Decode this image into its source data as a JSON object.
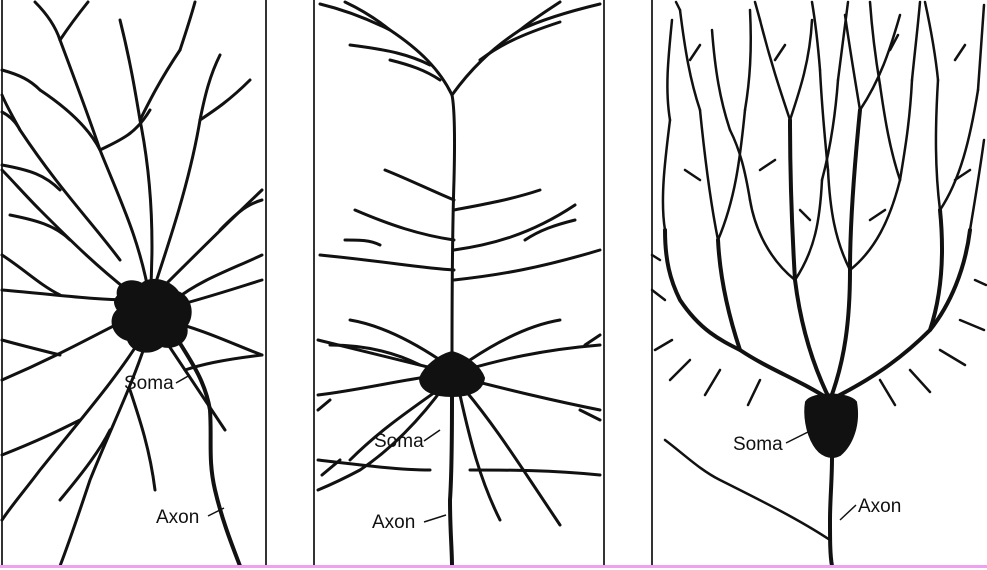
{
  "colors": {
    "ink": "#111111",
    "panel_border": "#333333",
    "background": "#ffffff",
    "bottom_rule": "#f0a0f0"
  },
  "panels": [
    {
      "soma_label": "Soma",
      "axon_label": "Axon"
    },
    {
      "soma_label": "Soma",
      "axon_label": "Axon"
    },
    {
      "soma_label": "Soma",
      "axon_label": "Axon"
    }
  ]
}
